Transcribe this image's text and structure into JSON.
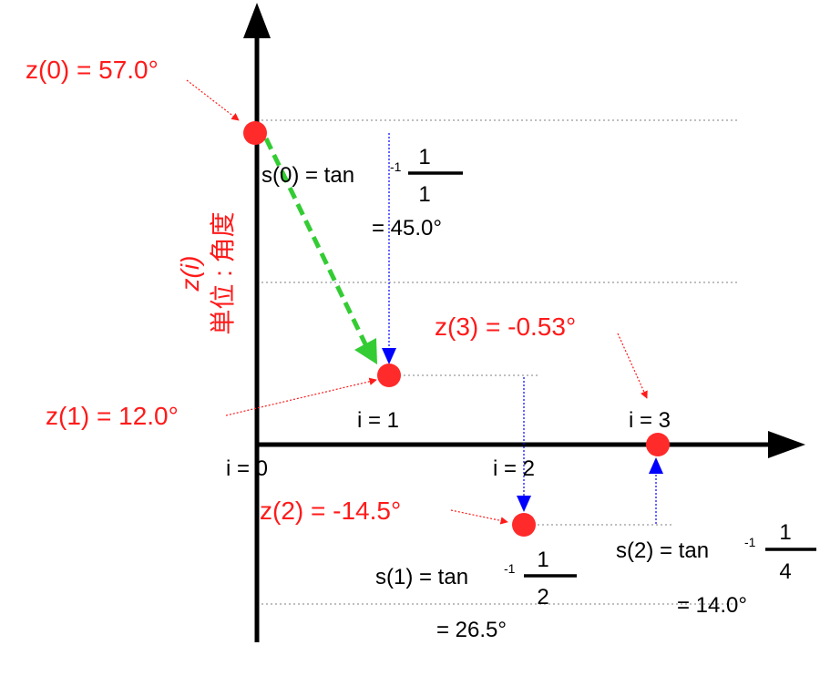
{
  "colors": {
    "axis": "#000000",
    "point": "#ff2a2a",
    "label": "#ff1a1a",
    "guide": "#999999",
    "step_arrow": "#0000ff",
    "move_arrow": "#33cc33"
  },
  "axis_label": {
    "line1": "z(i)",
    "line2": "単位 : 角度"
  },
  "points": [
    {
      "i": 0,
      "z_deg": 57.0
    },
    {
      "i": 1,
      "z_deg": 12.0
    },
    {
      "i": 2,
      "z_deg": -14.5
    },
    {
      "i": 3,
      "z_deg": -0.53
    }
  ],
  "z_labels": [
    "z(0) = 57.0°",
    "z(1) = 12.0°",
    "z(2) = -14.5°",
    "z(3) = -0.53°"
  ],
  "i_labels": [
    "i = 0",
    "i = 1",
    "i = 2",
    "i = 3"
  ],
  "steps": [
    {
      "lhs": "s(0) = tan",
      "sup": "-1",
      "num": "1",
      "den": "1",
      "result": "= 45.0°"
    },
    {
      "lhs": "s(1) = tan",
      "sup": "-1",
      "num": "1",
      "den": "2",
      "result": "= 26.5°"
    },
    {
      "lhs": "s(2) = tan",
      "sup": "-1",
      "num": "1",
      "den": "4",
      "result": "= 14.0°"
    }
  ]
}
